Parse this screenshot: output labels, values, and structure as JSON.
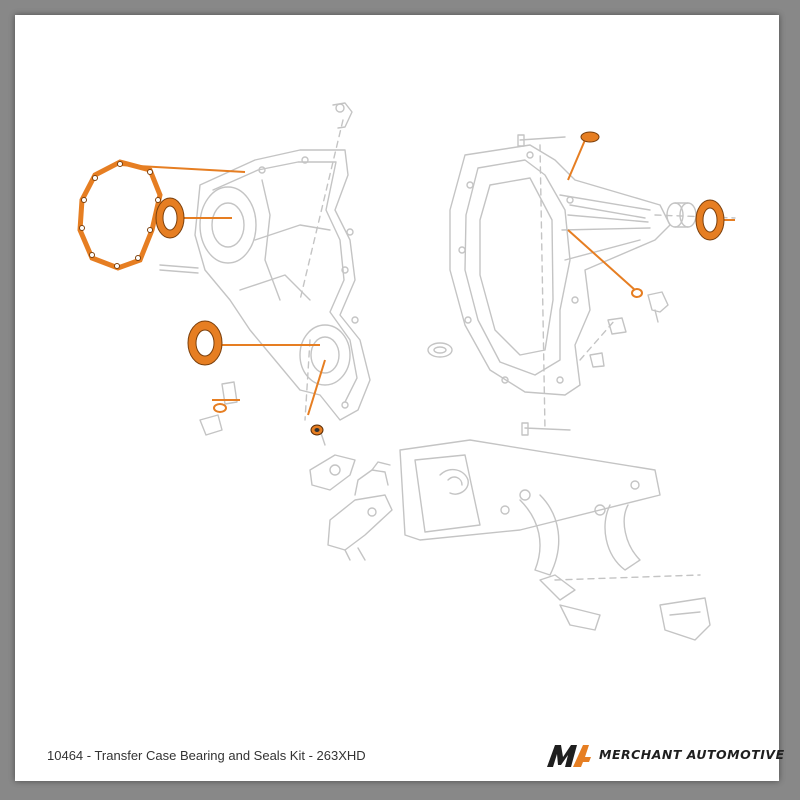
{
  "caption": "10464 - Transfer Case Bearing and Seals Kit - 263XHD",
  "brand": {
    "name": "MERCHANT AUTOMOTIVE",
    "mark": "M4"
  },
  "colors": {
    "background": "#888888",
    "card": "#ffffff",
    "highlight": "#e67e22",
    "line_art": "#bdbdbd",
    "text": "#333333"
  }
}
